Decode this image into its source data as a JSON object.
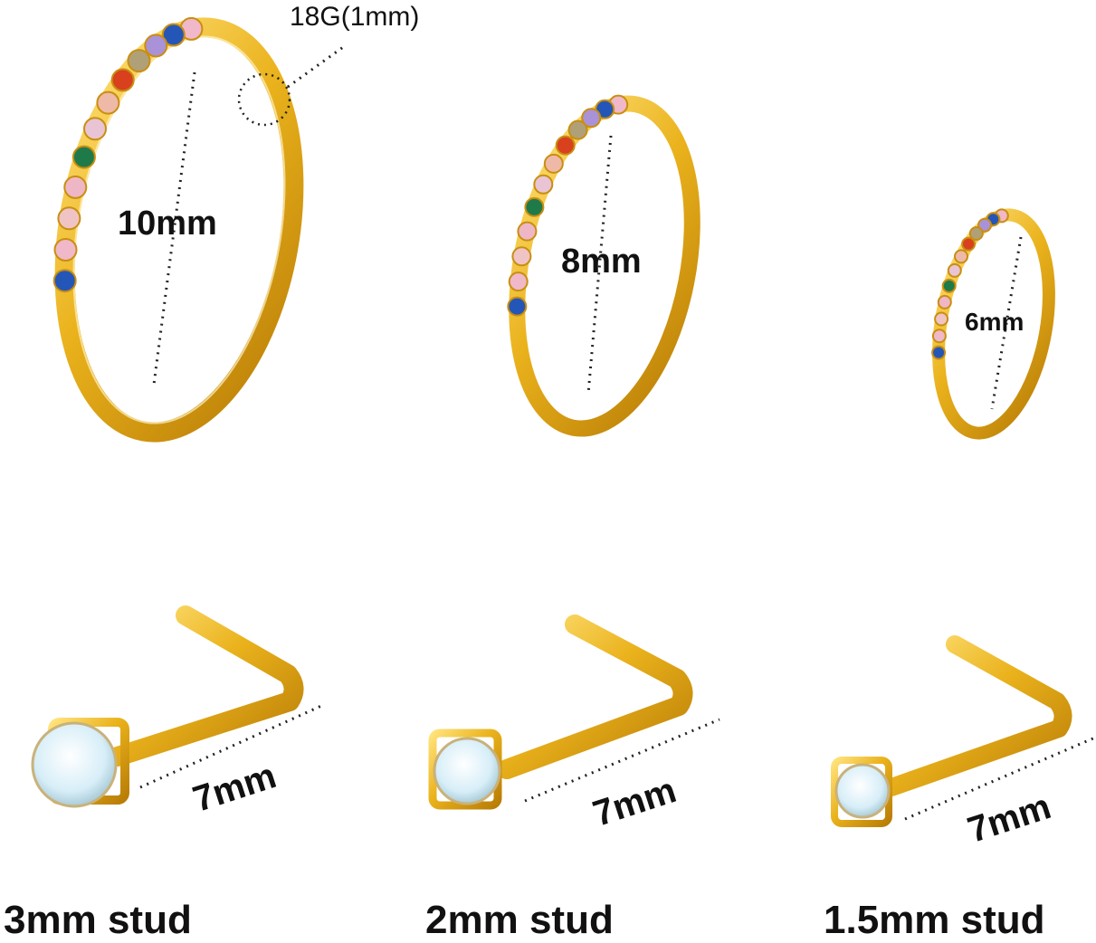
{
  "labels": {
    "gauge": "18G(1mm)",
    "ring_large": "10mm",
    "ring_medium": "8mm",
    "ring_small": "6mm",
    "length_1": "7mm",
    "length_2": "7mm",
    "length_3": "7mm",
    "stud_1": "3mm stud",
    "stud_2": "2mm stud",
    "stud_3": "1.5mm stud"
  },
  "colors": {
    "background": "#ffffff",
    "gold": "#e8a815",
    "gold_light": "#ffd95a",
    "gold_dark": "#b97d06",
    "text": "#111111",
    "crystal": "#dff3fb"
  },
  "gem_colors": [
    "#f0b8c8",
    "#2456b8",
    "#a992d8",
    "#b0a078",
    "#d8401e",
    "#efb9a8",
    "#e8c4d4",
    "#1f7a4a",
    "#efb6c6",
    "#f0c4c4"
  ],
  "icons": {
    "rings": "gold-hoop-ring-icon",
    "studs": "l-shape-nose-stud-icon"
  }
}
